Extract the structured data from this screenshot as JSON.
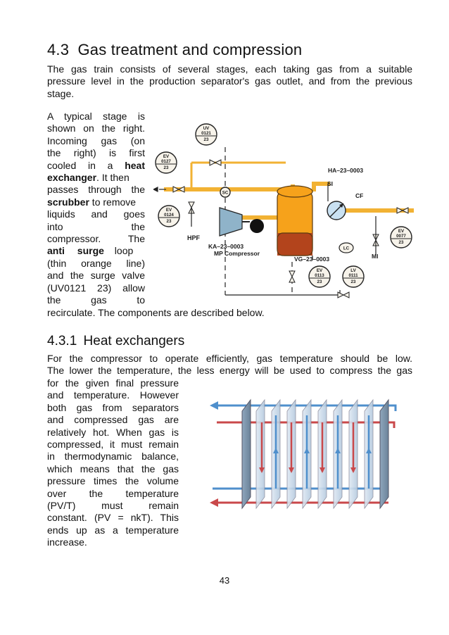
{
  "section": {
    "number": "4.3",
    "title": "Gas treatment and compression",
    "intro_lines": [
      "The gas train consists of several stages, each taking gas from a suitable",
      "pressure level in the production separator's gas outlet, and from the previous",
      "stage."
    ],
    "stage_lines": [
      "A typical stage is",
      "shown on the right.",
      "Incoming gas (on",
      "the right) is first",
      "cooled in a",
      "heat",
      "exchanger",
      ". It then",
      "passes through the",
      "scrubber",
      " to remove",
      "liquids and goes",
      "into the",
      "compressor. The",
      "anti surge",
      " loop",
      "(thin orange line)",
      "and the surge valve",
      "(UV0121 23) allow",
      "the gas to",
      "recirculate. The components are described below."
    ]
  },
  "subsection": {
    "number": "4.3.1",
    "title": "Heat exchangers",
    "full_lines": [
      "For the compressor to operate efficiently, gas temperature should be low.",
      "The lower the temperature, the less energy will be used to compress the gas"
    ],
    "left_lines": [
      "for the given final pressure",
      "and temperature. However",
      "both gas from separators",
      "and compressed gas are",
      "relatively hot. When gas is",
      "compressed, it must remain",
      "in thermodynamic balance,",
      "which means that the gas",
      "pressure times the volume",
      "over the temperature",
      "(PV/T) must remain",
      "constant. (PV = nkT). This",
      "ends up as a temperature",
      "increase."
    ]
  },
  "diagram": {
    "uv_tag": [
      "UV",
      "0121",
      "23"
    ],
    "ev0127_tag": [
      "EV",
      "0127",
      "23"
    ],
    "ev0124_tag": [
      "EV",
      "0124",
      "23"
    ],
    "ev0077_tag": [
      "EV",
      "0077",
      "23"
    ],
    "ev0113_tag": [
      "EV",
      "0113",
      "23"
    ],
    "lv0111_tag": [
      "LV",
      "0111",
      "23"
    ],
    "sc_label": "SC",
    "lc_label": "LC",
    "hpf_label": "HPF",
    "si_label": "SI",
    "cf_label": "CF",
    "mi_label": "MI",
    "ha_label": "HA–23–0003",
    "ka_label": "KA–23–0003",
    "mp_label": "MP Compressor",
    "vg_label": "VG–23–0003",
    "colors": {
      "pipe": "#f2b233",
      "vessel": "#f6a21b",
      "liquid": "#b3441c",
      "panel": "#c9e1f2"
    }
  },
  "heat_exchanger_colors": {
    "cold": "#4f8fcc",
    "hot": "#c9484a",
    "plate": "#a9c4dc"
  },
  "page_number": "43"
}
